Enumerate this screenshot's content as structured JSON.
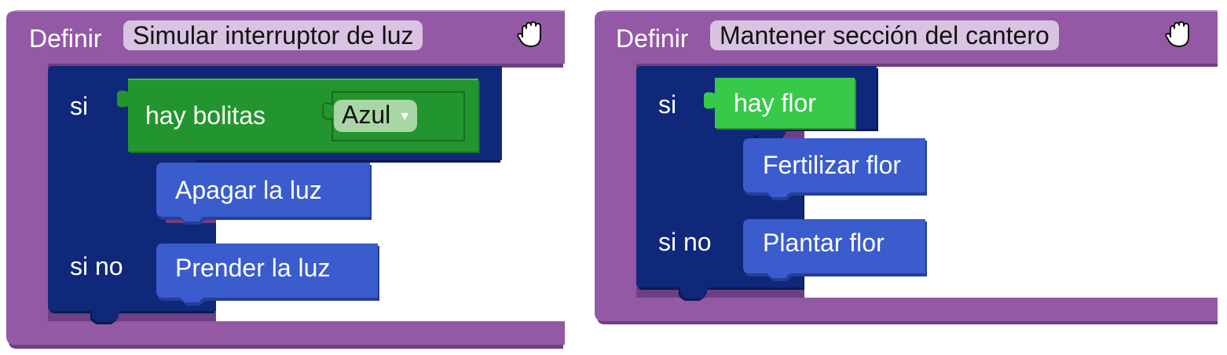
{
  "blocks": [
    {
      "keyword": "Definir",
      "name": "Simular interruptor de luz",
      "if_label": "si",
      "else_label": "si no",
      "condition": {
        "label": "hay bolitas",
        "dropdown_value": "Azul",
        "dropdown_arrow": "▼"
      },
      "then_command": "Apagar la luz",
      "else_command": "Prender la luz",
      "icon": "grab-hand-icon"
    },
    {
      "keyword": "Definir",
      "name": "Mantener sección del cantero",
      "if_label": "si",
      "else_label": "si no",
      "condition": {
        "label": "hay flor"
      },
      "then_command": "Fertilizar flor",
      "else_command": "Plantar flor",
      "icon": "grab-hand-icon"
    }
  ],
  "colors": {
    "procedure": "#9359a5",
    "procedure_shadow": "#6e3f82",
    "procedure_highlight": "#b48ac3",
    "name_field": "#d9c3e2",
    "if_block": "#10287a",
    "if_block_shadow": "#0a1a55",
    "command": "#3a5ccc",
    "command_shadow": "#253f99",
    "condition_dark": "#23952e",
    "condition_light": "#37c94a",
    "dropdown": "#a9d6a6"
  }
}
